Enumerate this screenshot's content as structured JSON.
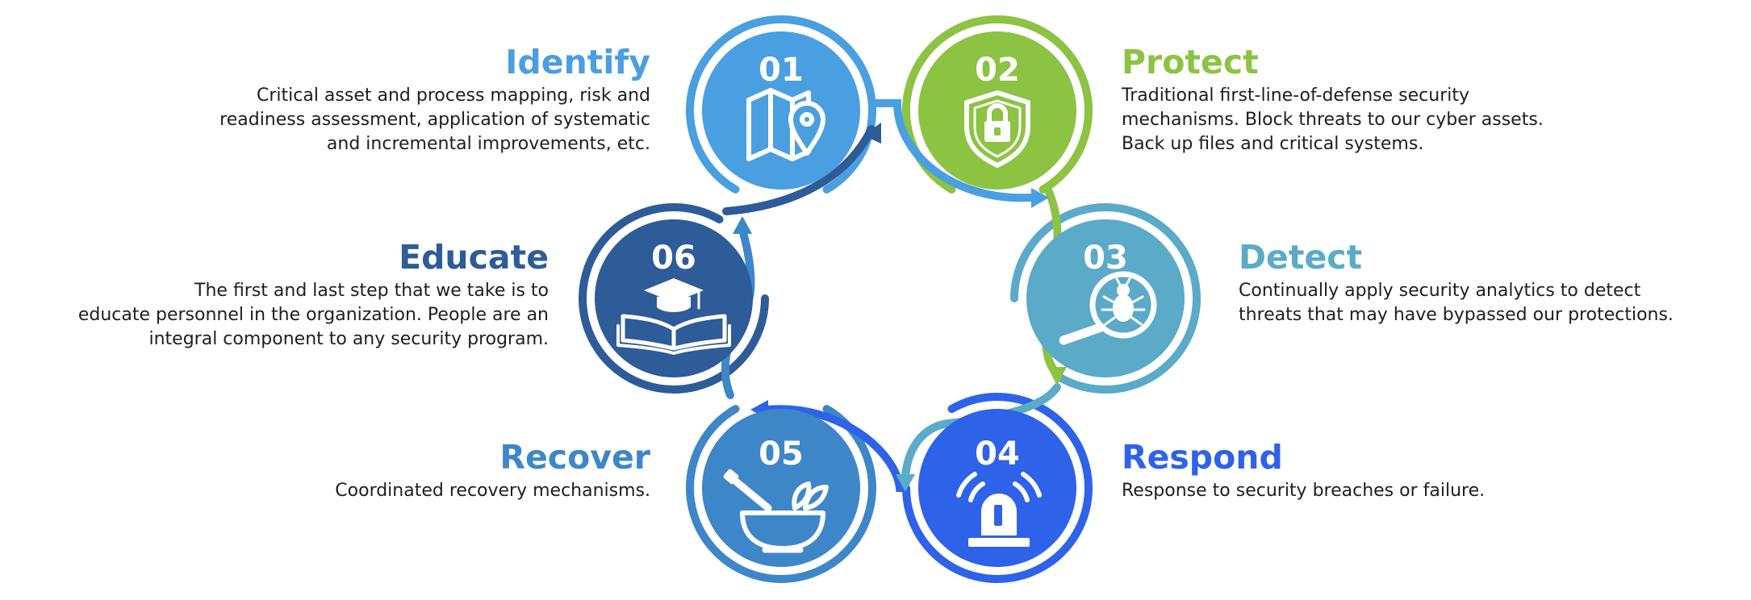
{
  "steps": [
    {
      "id": "identify",
      "number": "01",
      "title": "Identify",
      "color": "#4a9fe0",
      "icon": "map-pin-icon",
      "description": [
        "Critical asset and process mapping, risk and",
        "readiness assessment, application of systematic",
        "and incremental improvements, etc."
      ]
    },
    {
      "id": "protect",
      "number": "02",
      "title": "Protect",
      "color": "#8cc342",
      "icon": "shield-lock-icon",
      "description": [
        "Traditional first-line-of-defense security",
        "mechanisms. Block threats to our cyber assets.",
        "Back up files and critical systems."
      ]
    },
    {
      "id": "detect",
      "number": "03",
      "title": "Detect",
      "color": "#5aaac8",
      "icon": "magnifier-bug-icon",
      "description": [
        "Continually apply security analytics to detect",
        "threats that may have bypassed our protections."
      ]
    },
    {
      "id": "respond",
      "number": "04",
      "title": "Respond",
      "color": "#2e62e8",
      "icon": "alarm-siren-icon",
      "description": [
        "Response to security breaches or failure."
      ]
    },
    {
      "id": "recover",
      "number": "05",
      "title": "Recover",
      "color": "#3d87c8",
      "icon": "mortar-pestle-icon",
      "description": [
        "Coordinated recovery mechanisms."
      ]
    },
    {
      "id": "educate",
      "number": "06",
      "title": "Educate",
      "color": "#2d5c98",
      "icon": "graduation-book-icon",
      "description": [
        "The first and last step that we take is to",
        "educate personnel in the organization. People are an",
        "integral component to any security program."
      ]
    }
  ]
}
